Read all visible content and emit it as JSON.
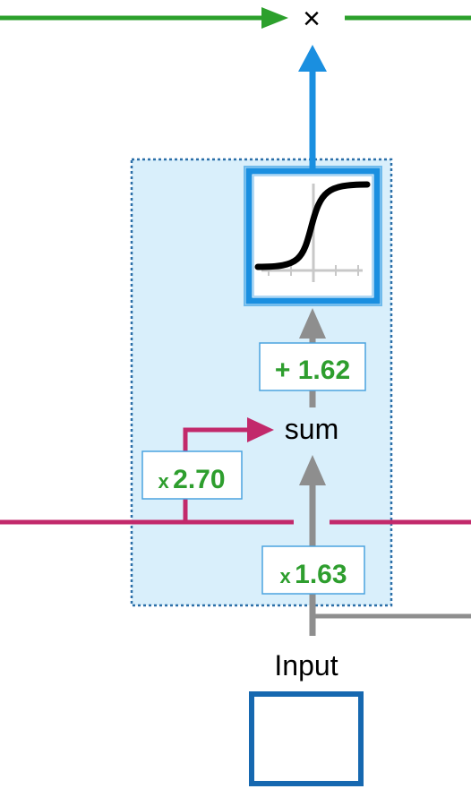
{
  "diagram": {
    "multiply_symbol": "×",
    "sum_label": "sum",
    "input_label": "Input",
    "weights": {
      "recurrent_weight": {
        "sign": "x",
        "value": "2.70"
      },
      "bias": {
        "sign": "+",
        "value": "1.62"
      },
      "input_weight": {
        "sign": "x",
        "value": "1.63"
      }
    },
    "activation_icon": "sigmoid-curve-icon"
  },
  "colors": {
    "forget_line": "#2ca02c",
    "sigmoid_output": "#1a8fe0",
    "short_term_memory": "#c2296b",
    "input_path": "#8e8e8e",
    "gate_fill": "#d9effb",
    "gate_border": "#2b6fa8",
    "weight_text": "#2e9e2e",
    "input_box": "#1668b0"
  }
}
